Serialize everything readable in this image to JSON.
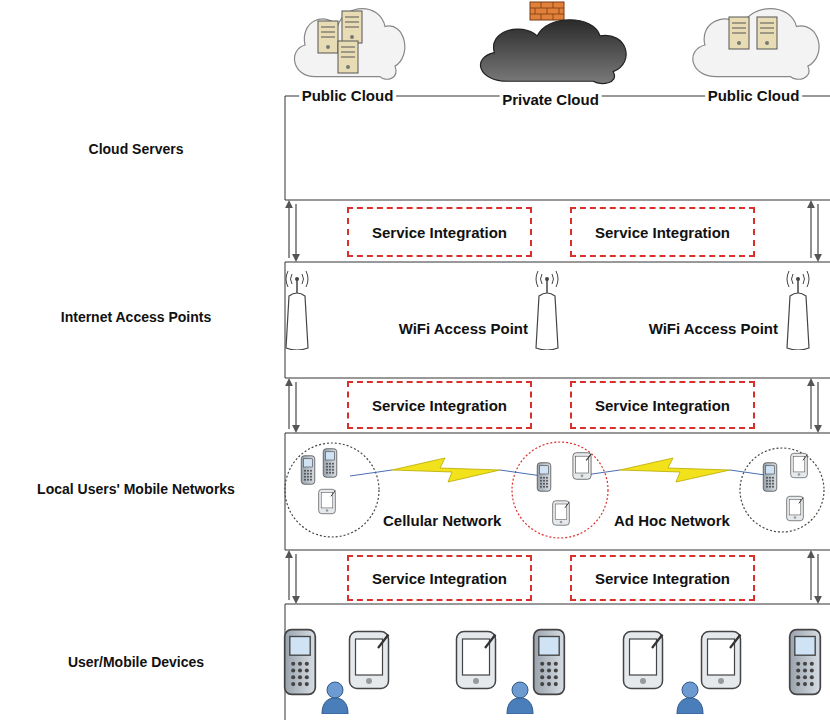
{
  "diagram": {
    "nodes": [
      {
        "text": [
          "Public Cloud"
        ]
      },
      {
        "text": [
          "Private Cloud"
        ]
      },
      {
        "text": [
          "Public Cloud"
        ]
      },
      {
        "text": [
          "Service Integration"
        ]
      },
      {
        "text": [
          "Service Integration"
        ]
      },
      {
        "text": [
          "Service Integration"
        ]
      },
      {
        "text": [
          "Service Integration"
        ]
      },
      {
        "text": [
          "Service Integration"
        ]
      },
      {
        "text": [
          "Service Integration"
        ]
      }
    ],
    "labels": [
      "Cloud Servers",
      "Internet Access Points",
      "WiFi Access Point",
      "WiFi Access Point",
      "Local Users' Mobile Networks",
      "Cellular Network",
      "Ad Hoc Network",
      "User/Mobile Devices"
    ]
  }
}
